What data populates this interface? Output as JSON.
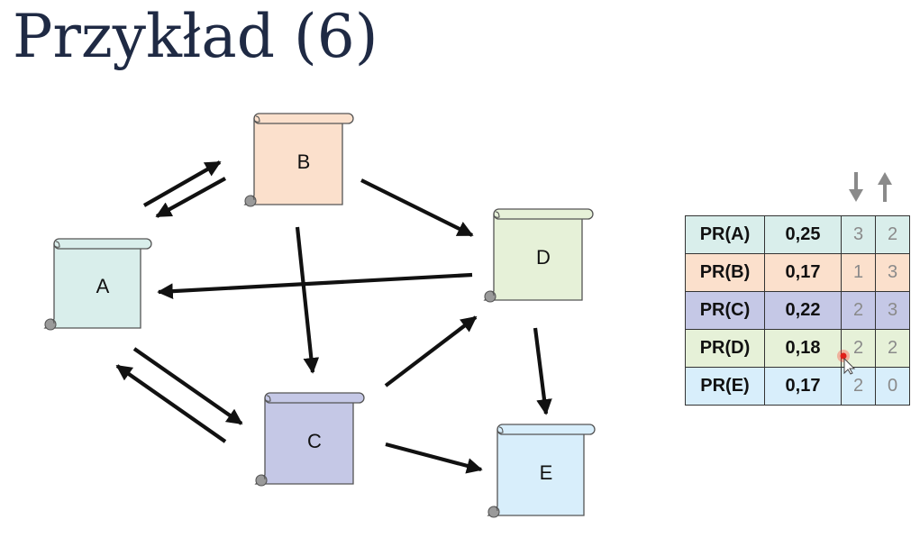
{
  "slide": {
    "title": "Przykład (6)"
  },
  "diagram": {
    "nodes": [
      {
        "id": "A",
        "label": "A",
        "color": "#d9eeeb"
      },
      {
        "id": "B",
        "label": "B",
        "color": "#fbe0cc"
      },
      {
        "id": "C",
        "label": "C",
        "color": "#c5c8e6"
      },
      {
        "id": "D",
        "label": "D",
        "color": "#e6f1d8"
      },
      {
        "id": "E",
        "label": "E",
        "color": "#d8eefb"
      }
    ],
    "edges": [
      {
        "from": "A",
        "to": "B"
      },
      {
        "from": "B",
        "to": "A"
      },
      {
        "from": "B",
        "to": "D"
      },
      {
        "from": "B",
        "to": "C"
      },
      {
        "from": "D",
        "to": "A"
      },
      {
        "from": "A",
        "to": "C"
      },
      {
        "from": "C",
        "to": "A"
      },
      {
        "from": "C",
        "to": "D"
      },
      {
        "from": "C",
        "to": "E"
      },
      {
        "from": "D",
        "to": "E"
      }
    ]
  },
  "table": {
    "header_icons": [
      "arrow-down-icon",
      "arrow-up-icon"
    ],
    "rows": [
      {
        "label": "PR(A)",
        "value": "0,25",
        "in": "3",
        "out": "2",
        "color": "#d9eeeb"
      },
      {
        "label": "PR(B)",
        "value": "0,17",
        "in": "1",
        "out": "3",
        "color": "#fbe0cc"
      },
      {
        "label": "PR(C)",
        "value": "0,22",
        "in": "2",
        "out": "3",
        "color": "#c5c8e6"
      },
      {
        "label": "PR(D)",
        "value": "0,18",
        "in": "2",
        "out": "2",
        "color": "#e6f1d8"
      },
      {
        "label": "PR(E)",
        "value": "0,17",
        "in": "2",
        "out": "0",
        "color": "#d8eefb"
      }
    ]
  }
}
